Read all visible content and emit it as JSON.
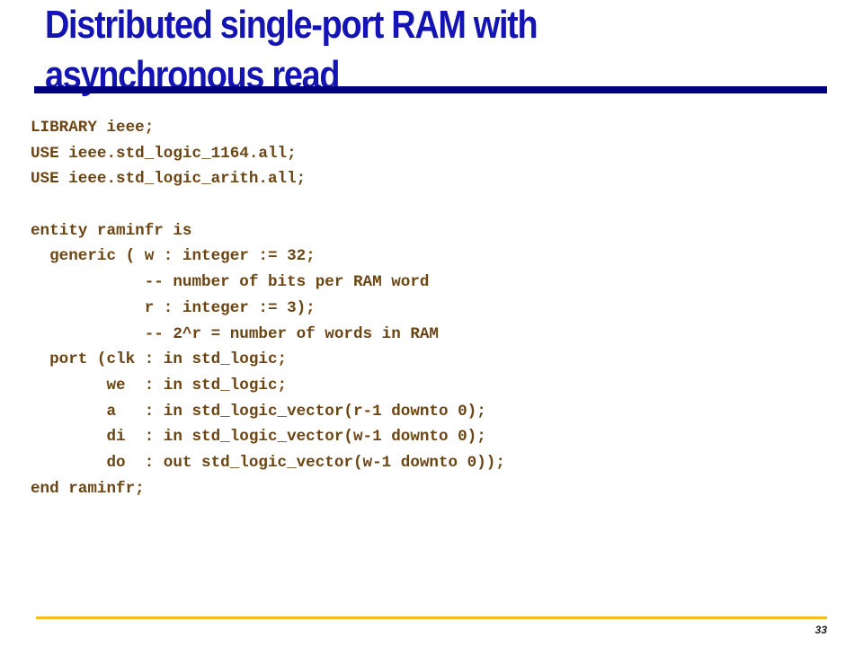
{
  "slide": {
    "title_lines": [
      "Distributed single-port RAM with",
      "asynchronous read"
    ],
    "code_lines": [
      "LIBRARY ieee;",
      "USE ieee.std_logic_1164.all;",
      "USE ieee.std_logic_arith.all;",
      "",
      "entity raminfr is",
      "  generic ( w : integer := 32;",
      "            -- number of bits per RAM word",
      "            r : integer := 3);",
      "            -- 2^r = number of words in RAM",
      "  port (clk : in std_logic;",
      "        we  : in std_logic;",
      "        a   : in std_logic_vector(r-1 downto 0);",
      "        di  : in std_logic_vector(w-1 downto 0);",
      "        do  : out std_logic_vector(w-1 downto 0));",
      "end raminfr;"
    ],
    "page_number": "33"
  },
  "colors": {
    "title": "#1414b4",
    "title_rule": "#000080",
    "code_text": "#6b4513",
    "footer_rule": "#f0c020"
  }
}
